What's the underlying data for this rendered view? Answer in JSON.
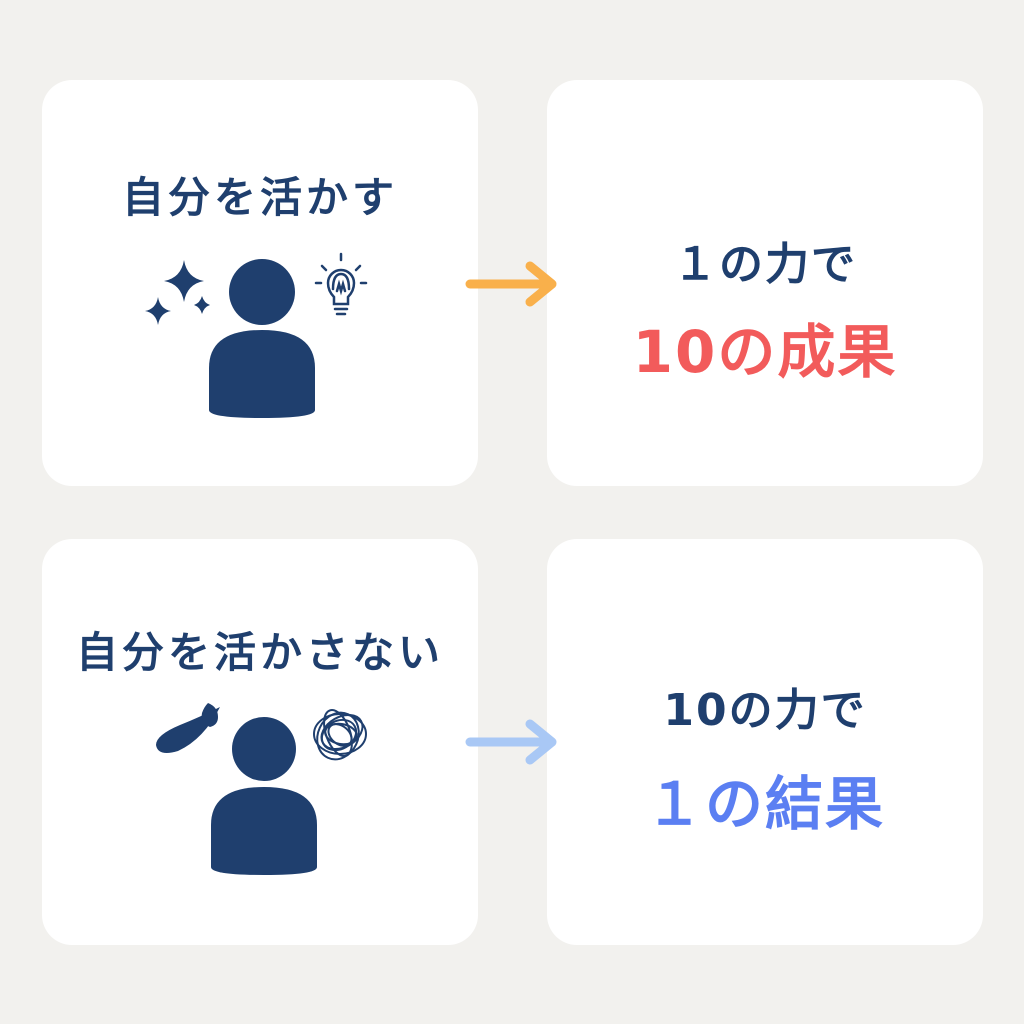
{
  "top_row": {
    "left_card": {
      "title": "自分を活かす"
    },
    "right_card": {
      "line1": "１の力で",
      "line2": "10の成果"
    },
    "arrow_color": "#f9b04b",
    "result_color": "#f25b5b"
  },
  "bottom_row": {
    "left_card": {
      "title": "自分を活かさない"
    },
    "right_card": {
      "line1": "10の力で",
      "line2": "１の結果"
    },
    "arrow_color": "#a9c8f5",
    "result_color": "#5b7ff2"
  },
  "colors": {
    "background": "#f2f1ee",
    "card": "#ffffff",
    "navy": "#1f3f6e"
  },
  "icons": [
    "sparkle-icon",
    "lightbulb-icon",
    "person-icon",
    "sweat-drop-icon",
    "tangled-scribble-icon",
    "arrow-right-icon"
  ]
}
